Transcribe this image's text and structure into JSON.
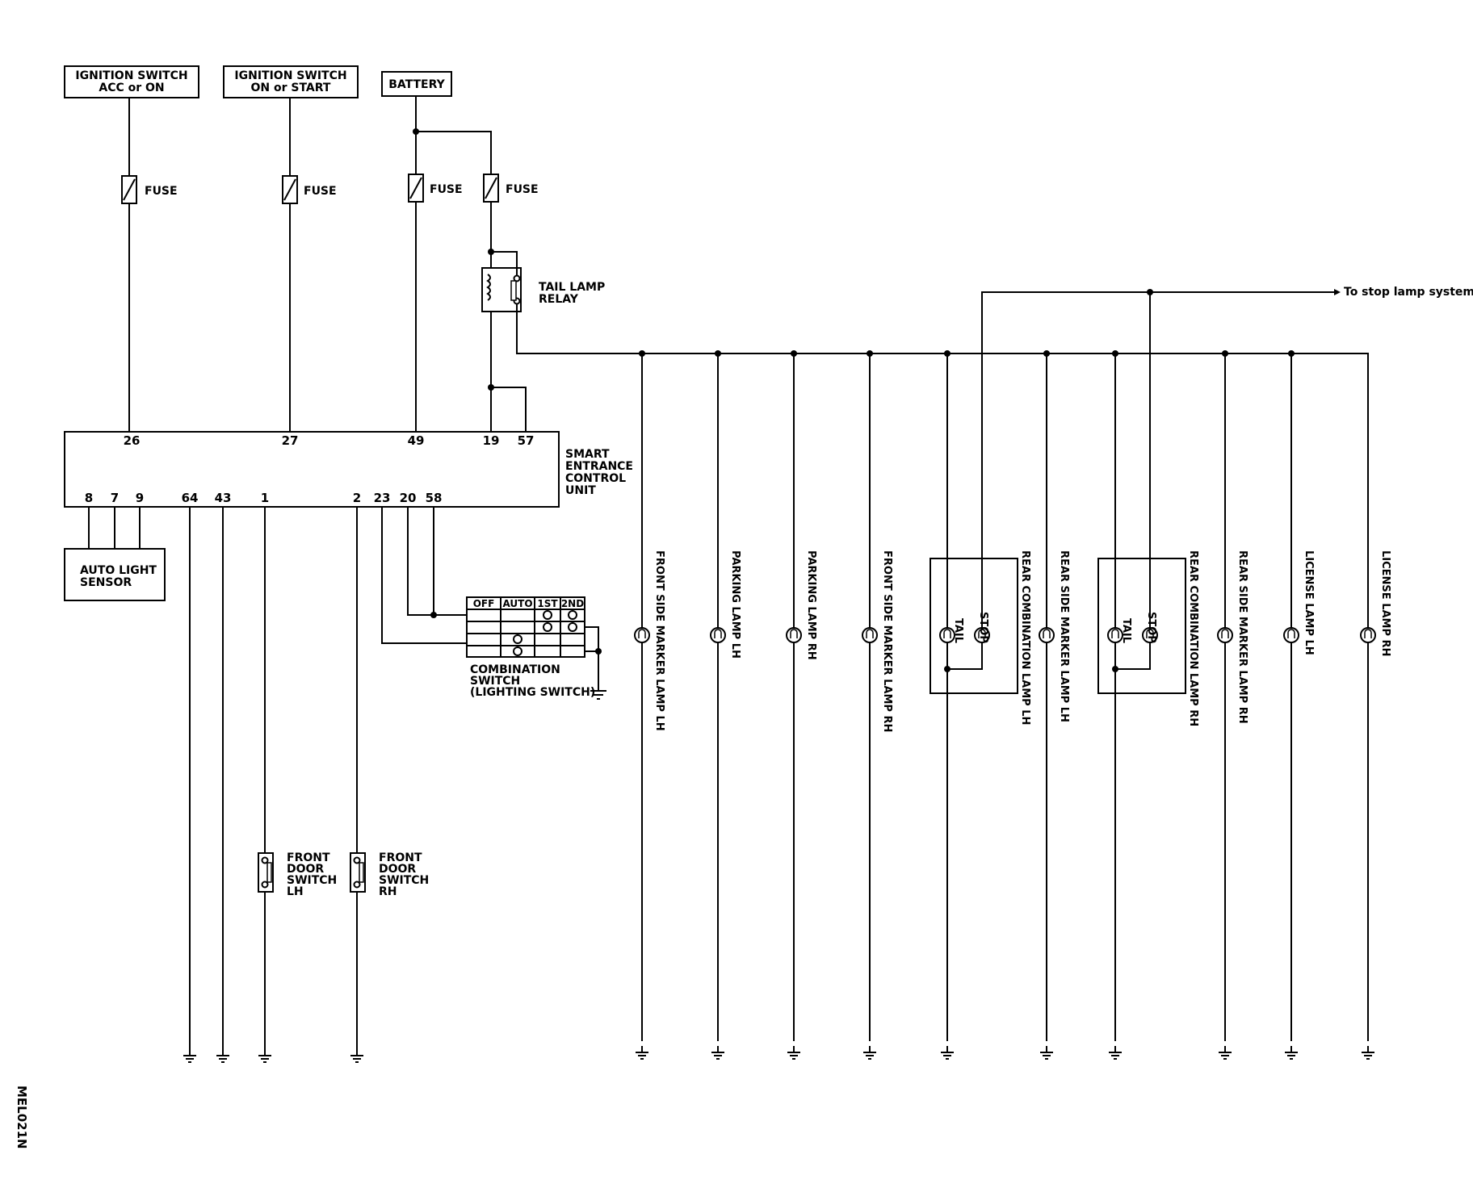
{
  "sources": {
    "ign_acc": [
      "IGNITION SWITCH",
      "ACC or ON"
    ],
    "ign_on": [
      "IGNITION SWITCH",
      "ON or START"
    ],
    "battery": "BATTERY"
  },
  "fuse_label": "FUSE",
  "relay_label": [
    "TAIL LAMP",
    "RELAY"
  ],
  "unit_label": [
    "SMART",
    "ENTRANCE",
    "CONTROL",
    "UNIT"
  ],
  "pins_top": [
    "26",
    "27",
    "49",
    "19",
    "57"
  ],
  "pins_bottom": [
    "8",
    "7",
    "9",
    "64",
    "43",
    "1",
    "2",
    "23",
    "20",
    "58"
  ],
  "auto_light_sensor": [
    "AUTO LIGHT",
    "SENSOR"
  ],
  "combination_switch": {
    "label": [
      "COMBINATION",
      "SWITCH",
      "(LIGHTING SWITCH)"
    ],
    "positions": [
      "OFF",
      "AUTO",
      "1ST",
      "2ND"
    ]
  },
  "door_switches": [
    [
      "FRONT",
      "DOOR",
      "SWITCH",
      "LH"
    ],
    [
      "FRONT",
      "DOOR",
      "SWITCH",
      "RH"
    ]
  ],
  "stop_lamp_note": "To stop lamp system",
  "lamps": [
    "FRONT SIDE MARKER LAMP LH",
    "PARKING LAMP LH",
    "PARKING LAMP RH",
    "FRONT SIDE MARKER LAMP RH",
    "REAR COMBINATION LAMP LH",
    "REAR SIDE MARKER LAMP LH",
    "REAR COMBINATION LAMP RH",
    "REAR SIDE MARKER LAMP RH",
    "LICENSE LAMP LH",
    "LICENSE LAMP RH"
  ],
  "combo_lamp_parts": [
    "STOP",
    "TAIL"
  ],
  "figure_code": "MEL021N"
}
